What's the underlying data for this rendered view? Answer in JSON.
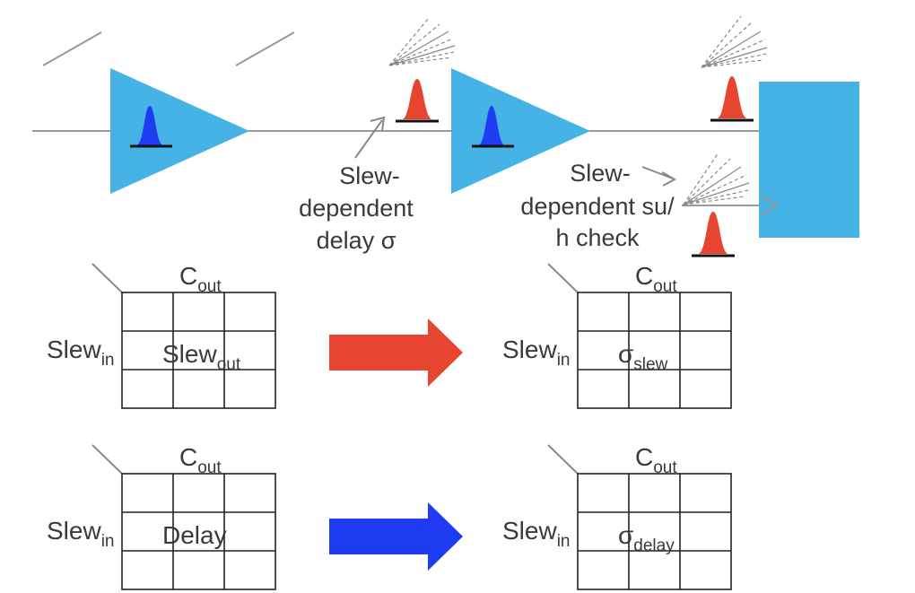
{
  "colors": {
    "buffer_fill": "#45b3e6",
    "flop_fill": "#45b3e6",
    "wire": "#999999",
    "gaussian_red": "#e84530",
    "gaussian_blue": "#1f3cf2",
    "arrow_red": "#e84530",
    "arrow_blue": "#1f3cf2",
    "grid_line": "#222222",
    "text": "#3a3a3a"
  },
  "icons": {
    "buffer": "triangle-buffer",
    "flop": "flip-flop-rectangle",
    "distribution": "gaussian-bell",
    "variation": "fan-lines"
  },
  "annotations": {
    "delay_line1": "Slew-",
    "delay_line2": "dependent",
    "delay_line3": "delay σ",
    "check_line1": "Slew-",
    "check_line2": "dependent su/",
    "check_line3": "h check"
  },
  "tables": {
    "slew_table": {
      "column_header": "C",
      "column_header_sub": "out",
      "row_header": "Slew",
      "row_header_sub": "in",
      "center": "Slew",
      "center_sub": "out"
    },
    "sigma_slew_table": {
      "column_header": "C",
      "column_header_sub": "out",
      "row_header": "Slew",
      "row_header_sub": "in",
      "center": "σ",
      "center_sub": "slew"
    },
    "delay_table": {
      "column_header": "C",
      "column_header_sub": "out",
      "row_header": "Slew",
      "row_header_sub": "in",
      "center": "Delay",
      "center_sub": ""
    },
    "sigma_delay_table": {
      "column_header": "C",
      "column_header_sub": "out",
      "row_header": "Slew",
      "row_header_sub": "in",
      "center": "σ",
      "center_sub": "delay"
    }
  }
}
